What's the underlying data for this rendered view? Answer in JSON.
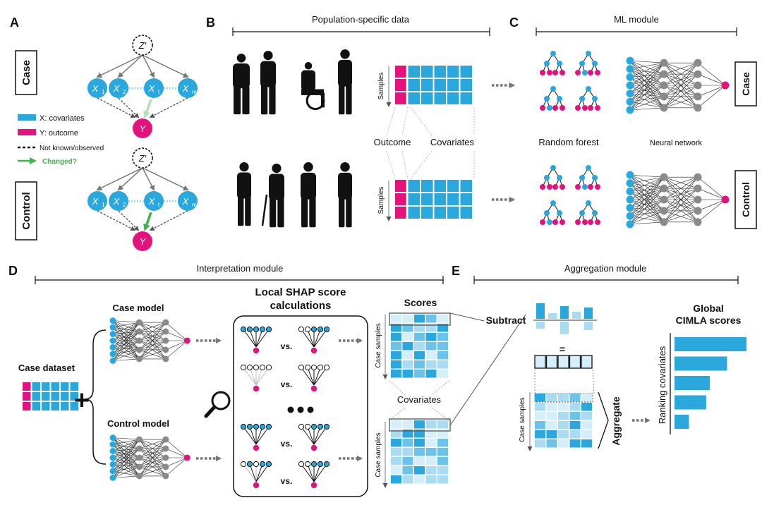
{
  "panels": {
    "a": "A",
    "b": "B",
    "c": "C",
    "d": "D",
    "e": "E"
  },
  "panel_a": {
    "case_label": "Case",
    "control_label": "Control",
    "latent": "Z′",
    "nodes_case": [
      "X",
      "X",
      "X",
      "X"
    ],
    "subscripts": [
      "1",
      "2",
      "t",
      "m"
    ],
    "outcome": "Y",
    "legend": {
      "covariates": "X: covariates",
      "outcome": "Y: outcome",
      "unknown": "Not known/observed",
      "changed": "Changed?"
    }
  },
  "panel_b": {
    "title": "Population-specific data",
    "samples": "Samples",
    "outcome": "Outcome",
    "covariates": "Covariates"
  },
  "panel_c": {
    "title": "ML module",
    "random_forest": "Random forest",
    "neural_network": "Neural network",
    "case": "Case",
    "control": "Control"
  },
  "panel_d": {
    "title": "Interpretation module",
    "case_model": "Case model",
    "control_model": "Control model",
    "case_dataset": "Case dataset",
    "shap_line1": "Local SHAP score",
    "shap_line2": "calculations",
    "vs": "vs.",
    "scores": "Scores",
    "covariates": "Covariates",
    "case_samples": "Case samples",
    "plus": "+"
  },
  "panel_e": {
    "title": "Aggregation module",
    "subtract": "Subtract",
    "equals": "=",
    "case_samples": "Case samples",
    "aggregate": "Aggregate",
    "global_line1": "Global",
    "global_line2": "CIMLA scores",
    "ranking": "Ranking covariates",
    "bars": [
      1.0,
      0.73,
      0.49,
      0.44,
      0.2
    ]
  },
  "colors": {
    "blue": "#2aa7dd",
    "magenta": "#e5127d",
    "gray": "#8a8a8a",
    "green": "#3cb54a",
    "light_green": "#b5dfb6",
    "black": "#111111"
  }
}
